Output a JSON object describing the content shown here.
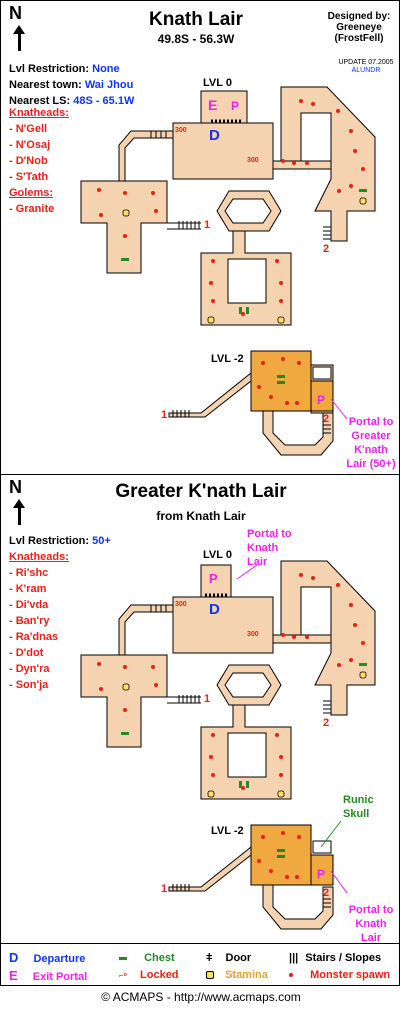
{
  "compass": {
    "letter": "N"
  },
  "knath": {
    "title": "Knath Lair",
    "coords": "49.8S - 56.3W",
    "designed_by_label": "Designed by:",
    "designer": "Greeneye",
    "designer_group": "(FrostFell)",
    "update": "UPDATE 07.2005",
    "update_author": "ALUNDR",
    "lvl_restriction_label": "Lvl Restriction:",
    "lvl_restriction_value": "None",
    "nearest_town_label": "Nearest town:",
    "nearest_town_value": "Wai Jhou",
    "nearest_ls_label": "Nearest LS:",
    "nearest_ls_value": "48S - 65.1W",
    "knatheads_label": "Knatheads:",
    "knatheads": [
      "- N'Gell",
      "- N'Osaj",
      "- D'Nob",
      "- S'Tath"
    ],
    "golems_label": "Golems:",
    "golems": [
      "- Granite"
    ],
    "lvl0": "LVL 0",
    "lvlm2": "LVL -2",
    "portal_note": [
      "Portal to",
      "Greater",
      "K'nath",
      "Lair (50+)"
    ]
  },
  "greater": {
    "title": "Greater K'nath Lair",
    "subtitle": "from Knath Lair",
    "lvl_restriction_label": "Lvl Restriction:",
    "lvl_restriction_value": "50+",
    "knatheads_label": "Knatheads:",
    "knatheads": [
      "- Ri'shc",
      "- K'ram",
      "- Di'vda",
      "- Ban'ry",
      "- Ra'dnas",
      "- D'dot",
      "- Dyn'ra",
      "- Son'ja"
    ],
    "lvl0": "LVL 0",
    "lvlm2": "LVL -2",
    "portal_top_note": [
      "Portal to",
      "Knath",
      "Lair"
    ],
    "runic_note": [
      "Runic",
      "Skull"
    ],
    "portal_bottom_note": [
      "Portal to",
      "Knath",
      "Lair"
    ]
  },
  "map_marks": {
    "letter_D": "D",
    "letter_E": "E",
    "letter_P": "P",
    "num_1": "1",
    "num_2": "2",
    "locked_300": "300"
  },
  "legend": {
    "departure": "Departure",
    "exit_portal": "Exit Portal",
    "chest": "Chest",
    "locked": "Locked",
    "door": "Door",
    "stamina": "Stamina",
    "stairs": "Stairs / Slopes",
    "monster": "Monster spawn"
  },
  "footer": "© ACMAPS - http://www.acmaps.com",
  "colors": {
    "floor": "#f5d2b0",
    "floor_dark": "#f0a840",
    "monster": "#e8201a",
    "chest": "#228b22",
    "stamina": "#ffe060",
    "departure": "#1133ee",
    "exit": "#ee22ee"
  }
}
